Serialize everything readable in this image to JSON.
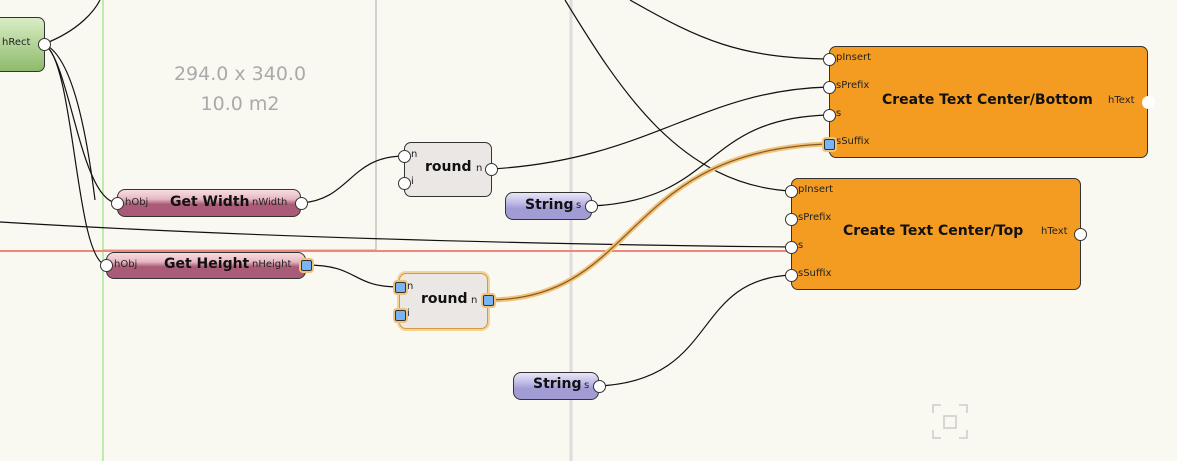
{
  "canvas": {
    "dimension_text": "294.0 x 340.0",
    "area_text": "10.0 m2"
  },
  "nodes": {
    "rect": {
      "out_port": "hRect"
    },
    "get_width": {
      "title": "Get Width",
      "in_port": "hObj",
      "out_port": "nWidth"
    },
    "get_height": {
      "title": "Get Height",
      "in_port": "hObj",
      "out_port": "nHeight"
    },
    "round1": {
      "title": "round",
      "in_ports": [
        "n",
        "i"
      ],
      "out_port": "n"
    },
    "round2": {
      "title": "round",
      "in_ports": [
        "n",
        "i"
      ],
      "out_port": "n"
    },
    "string1": {
      "title": "String",
      "out_port": "s"
    },
    "string2": {
      "title": "String",
      "out_port": "s"
    },
    "ct_bottom": {
      "title": "Create Text Center/Bottom",
      "in_ports": [
        "pInsert",
        "sPrefix",
        "s",
        "sSuffix"
      ],
      "out_port": "hText"
    },
    "ct_top": {
      "title": "Create Text Center/Top",
      "in_ports": [
        "pInsert",
        "sPrefix",
        "s",
        "sSuffix"
      ],
      "out_port": "hText"
    }
  },
  "colors": {
    "action_node": "#f39c21",
    "selected_wire": "#f0c27a",
    "guide_green": "#7ee06a",
    "guide_red": "#f0877a"
  }
}
